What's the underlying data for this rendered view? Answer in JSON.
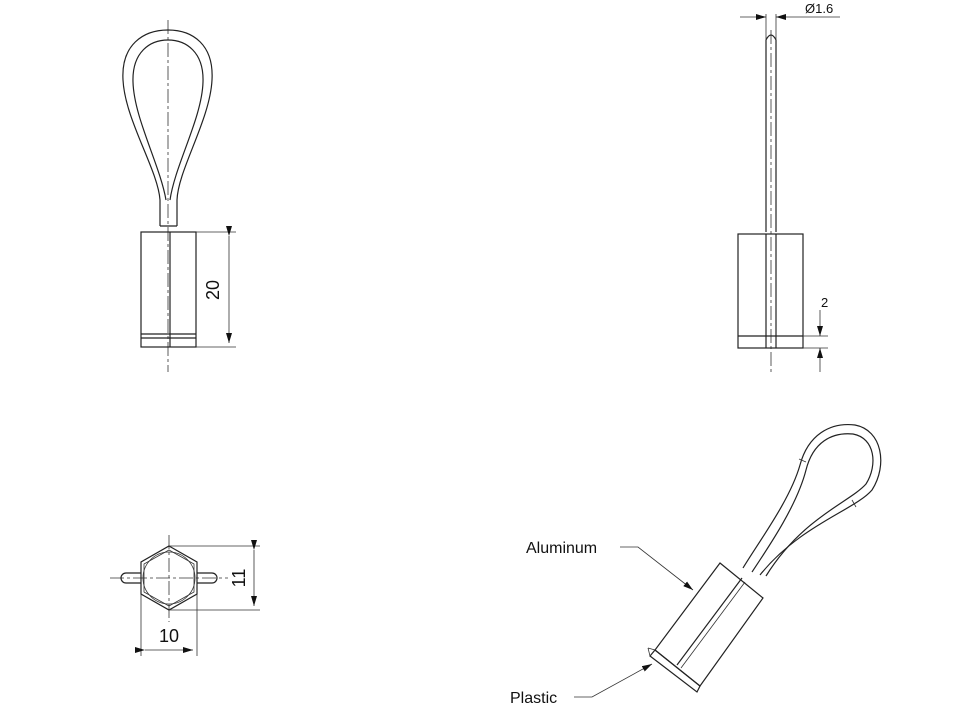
{
  "dimensions": {
    "body_length": "20",
    "wire_diameter": "Ø1.6",
    "plastic_cap_height": "2",
    "hex_across_corners": "11",
    "hex_across_flats": "10"
  },
  "callouts": {
    "aluminum": "Aluminum",
    "plastic": "Plastic"
  }
}
